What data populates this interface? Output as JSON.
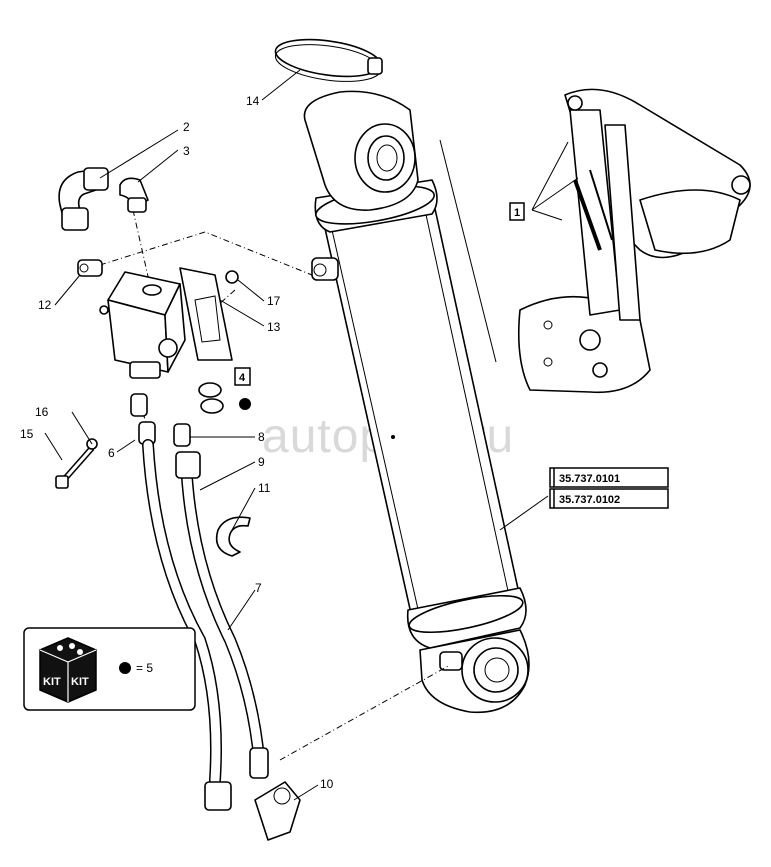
{
  "watermark": "autopiter.ru",
  "callouts": {
    "c1": "1",
    "c2": "2",
    "c3": "3",
    "c4": "4",
    "c6": "6",
    "c7": "7",
    "c8": "8",
    "c9": "9",
    "c10": "10",
    "c11": "11",
    "c12": "12",
    "c13": "13",
    "c14": "14",
    "c15": "15",
    "c16": "16",
    "c17": "17"
  },
  "references": {
    "ref_a": "35.737.0101",
    "ref_b": "35.737.0102"
  },
  "kit": {
    "label_left": "KIT",
    "label_right": "KIT",
    "legend": "= 5"
  }
}
